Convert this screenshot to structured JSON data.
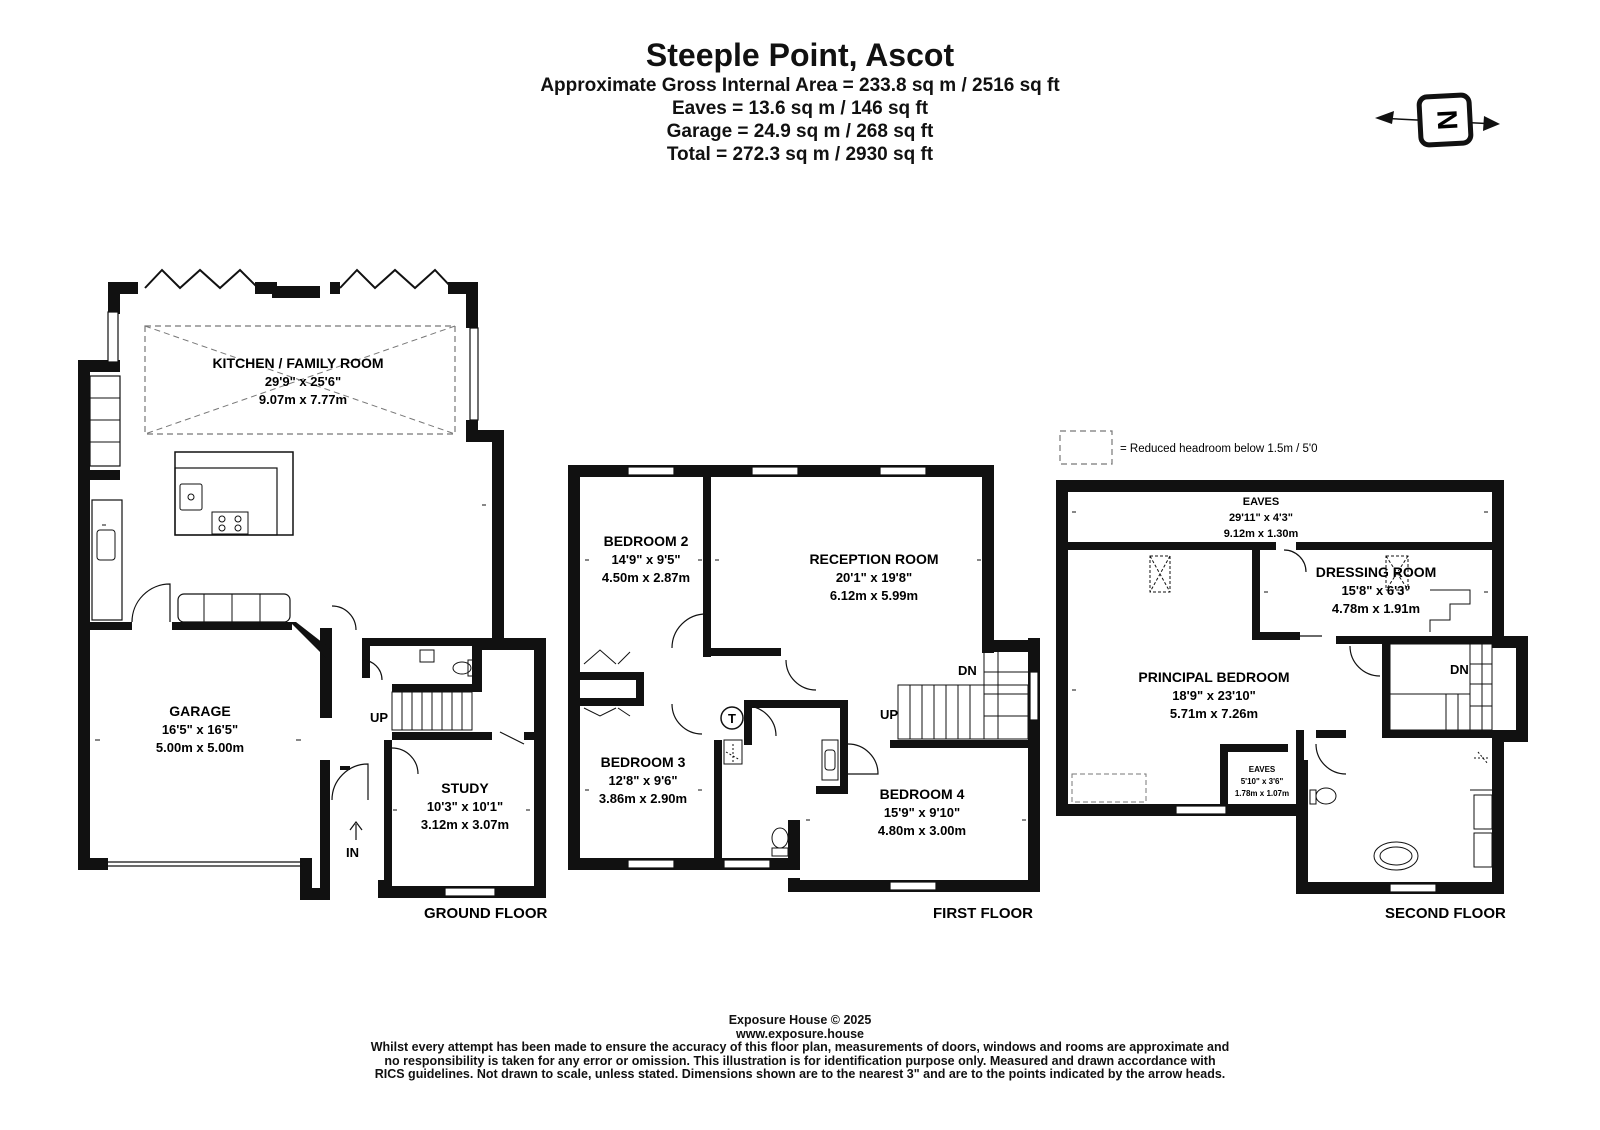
{
  "header": {
    "title": "Steeple Point, Ascot",
    "lines": [
      "Approximate Gross Internal Area =  233.8 sq m / 2516 sq ft",
      "Eaves =  13.6 sq m / 146 sq ft",
      "Garage =  24.9 sq m / 268 sq ft",
      "Total =  272.3 sq m / 2930 sq ft"
    ]
  },
  "compass": {
    "letter": "N"
  },
  "legend": {
    "text": "= Reduced headroom below 1.5m / 5'0"
  },
  "floors": {
    "ground": {
      "label": "GROUND FLOOR",
      "rooms": {
        "kitchen": {
          "name": "KITCHEN / FAMILY ROOM",
          "imperial": "29'9\" x 25'6\"",
          "metric": "9.07m x 7.77m"
        },
        "garage": {
          "name": "GARAGE",
          "imperial": "16'5\" x 16'5\"",
          "metric": "5.00m x 5.00m"
        },
        "study": {
          "name": "STUDY",
          "imperial": "10'3\" x 10'1\"",
          "metric": "3.12m x 3.07m"
        }
      },
      "stair": "UP",
      "entrance": "IN"
    },
    "first": {
      "label": "FIRST FLOOR",
      "rooms": {
        "bedroom2": {
          "name": "BEDROOM 2",
          "imperial": "14'9\" x 9'5\"",
          "metric": "4.50m x 2.87m"
        },
        "reception": {
          "name": "RECEPTION ROOM",
          "imperial": "20'1\" x 19'8\"",
          "metric": "6.12m x 5.99m"
        },
        "bedroom3": {
          "name": "BEDROOM 3",
          "imperial": "12'8\" x 9'6\"",
          "metric": "3.86m x 2.90m"
        },
        "bedroom4": {
          "name": "BEDROOM 4",
          "imperial": "15'9\" x 9'10\"",
          "metric": "4.80m x 3.00m"
        }
      },
      "stair_down": "DN",
      "stair_up": "UP",
      "tank": "T"
    },
    "second": {
      "label": "SECOND FLOOR",
      "rooms": {
        "eaves": {
          "name": "EAVES",
          "imperial": "29'11\" x 4'3\"",
          "metric": "9.12m x 1.30m"
        },
        "dressing": {
          "name": "DRESSING ROOM",
          "imperial": "15'8\" x 6'3\"",
          "metric": "4.78m x 1.91m"
        },
        "principal": {
          "name": "PRINCIPAL BEDROOM",
          "imperial": "18'9\" x 23'10\"",
          "metric": "5.71m x 7.26m"
        },
        "eaves_small": {
          "name": "EAVES",
          "imperial": "5'10\" x 3'6\"",
          "metric": "1.78m x 1.07m"
        }
      },
      "stair_down": "DN"
    }
  },
  "footer": {
    "company": "Exposure House © 2025",
    "website": "www.exposure.house",
    "disclaimer": [
      "Whilst every attempt has been made to ensure the accuracy of this floor plan, measurements of doors, windows and rooms are approximate and",
      "no responsibility is taken for any error or omission. This illustration is for identification purpose only. Measured and drawn accordance with",
      "RICS guidelines. Not drawn to scale, unless stated. Dimensions shown are to the nearest 3\" and are to the points indicated by the arrow heads."
    ]
  }
}
